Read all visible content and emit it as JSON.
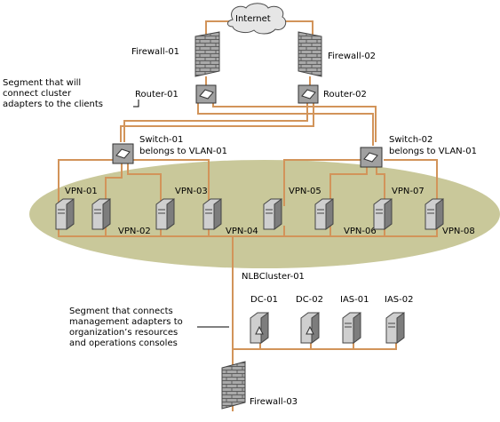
{
  "colors": {
    "link": "#d2945a",
    "cluster_fill": "#c9c89a",
    "cloud_fill": "#e6e6e6",
    "brick": "#a9a9a9",
    "server_body": "#cfcfcf",
    "server_dark": "#7d7d7d",
    "device_fill": "#a0a0a0"
  },
  "labels": {
    "internet": "Internet",
    "firewall_01": "Firewall-01",
    "firewall_02": "Firewall-02",
    "firewall_03": "Firewall-03",
    "router_01": "Router-01",
    "router_02": "Router-02",
    "switch_01_line1": "Switch-01",
    "switch_01_line2": "belongs to VLAN-01",
    "switch_02_line1": "Switch-02",
    "switch_02_line2": "belongs to VLAN-01",
    "vpn_01": "VPN-01",
    "vpn_02": "VPN-02",
    "vpn_03": "VPN-03",
    "vpn_04": "VPN-04",
    "vpn_05": "VPN-05",
    "vpn_06": "VPN-06",
    "vpn_07": "VPN-07",
    "vpn_08": "VPN-08",
    "cluster": "NLBCluster-01",
    "dc_01": "DC-01",
    "dc_02": "DC-02",
    "ias_01": "IAS-01",
    "ias_02": "IAS-02"
  },
  "annotations": {
    "client_segment": [
      "Segment that will",
      "connect cluster",
      "adapters to the clients"
    ],
    "management_segment": [
      "Segment that connects",
      "management adapters to",
      "organization’s resources",
      "and operations consoles"
    ]
  },
  "icons": {
    "firewall": "brick-wall-icon",
    "router": "router-icon",
    "switch": "switch-icon",
    "server": "server-icon",
    "cloud": "cloud-icon"
  }
}
